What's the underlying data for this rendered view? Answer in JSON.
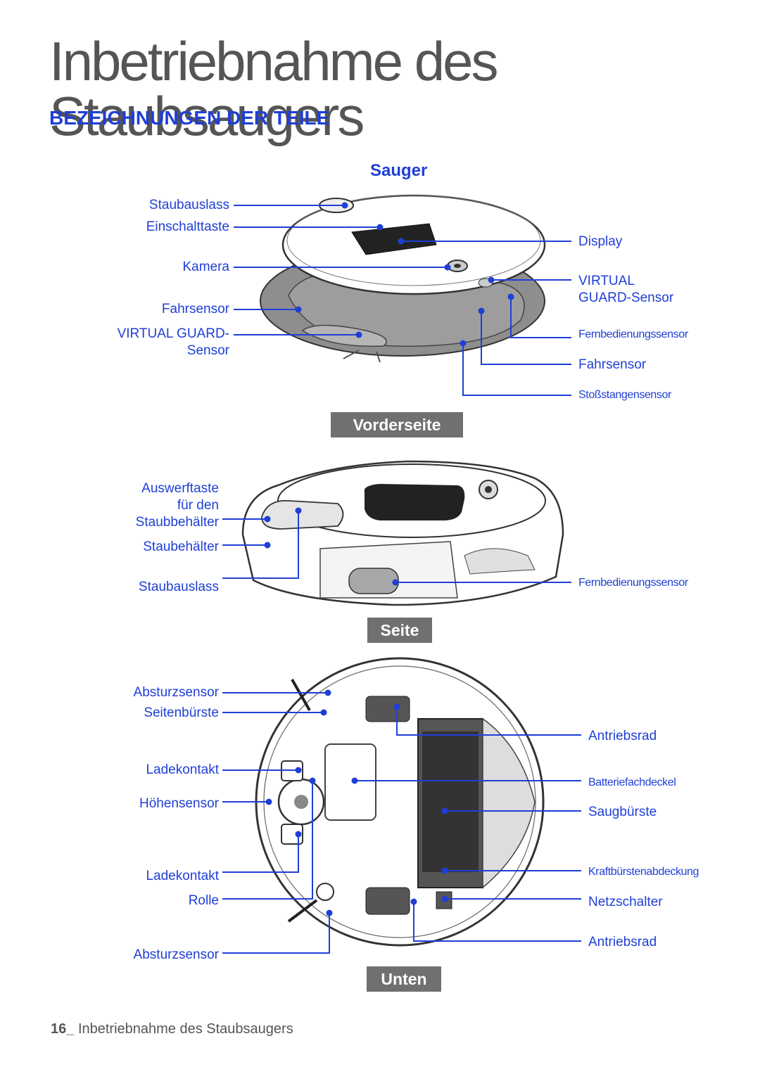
{
  "page": {
    "title": "Inbetriebnahme des Staubsaugers",
    "section": "BEZEICHNUNGEN DER TEILE",
    "subheading": "Sauger"
  },
  "front": {
    "tag": "Vorderseite",
    "left_labels": [
      "Staubauslass",
      "Einschalttaste",
      "Kamera",
      "Fahrsensor",
      "VIRTUAL GUARD-",
      "Sensor"
    ],
    "right_labels": [
      "Display",
      "VIRTUAL",
      "GUARD-Sensor",
      "Fernbedienungssensor",
      "Fahrsensor",
      "Stoßstangensensor"
    ]
  },
  "side": {
    "tag": "Seite",
    "left_labels": [
      "Auswerftaste",
      "für den",
      "Staubbehälter",
      "Staubehälter",
      "Staubauslass"
    ],
    "right_labels": [
      "Fernbedienungssensor"
    ]
  },
  "bottom": {
    "tag": "Unten",
    "left_labels": [
      "Absturzsensor",
      "Seitenbürste",
      "Ladekontakt",
      "Höhensensor",
      "Ladekontakt",
      "Rolle",
      "Absturzsensor"
    ],
    "right_labels": [
      "Antriebsrad",
      "Batteriefachdeckel",
      "Saugbürste",
      "Kraftbürstenabdeckung",
      "Netzschalter",
      "Antriebsrad"
    ]
  },
  "footer": {
    "page_number": "16_",
    "text": "Inbetriebnahme des Staubsaugers"
  },
  "colors": {
    "accent": "#1f3fd6",
    "tag_bg": "#707070",
    "title": "#555555"
  }
}
